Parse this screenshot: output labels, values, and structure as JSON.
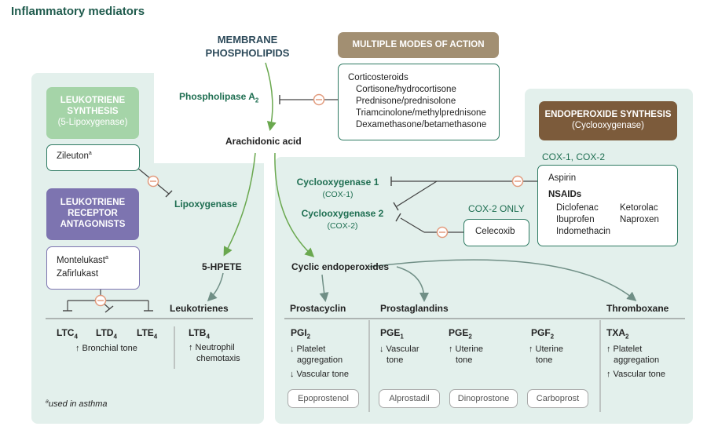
{
  "title": "Inflammatory mediators",
  "membrane": {
    "line1": "MEMBRANE",
    "line2": "PHOSPHOLIPIDS"
  },
  "phospholipase": {
    "name": "Phospholipase A",
    "sub": "2"
  },
  "arachidonic": "Arachidonic acid",
  "multiple_modes": {
    "header": "MULTIPLE MODES OF ACTION",
    "heading": "Corticosteroids",
    "items": [
      "Cortisone/hydrocortisone",
      "Prednisone/prednisolone",
      "Triamcinolone/methylprednisone",
      "Dexamethasone/betamethasone"
    ]
  },
  "leukotriene_synthesis": {
    "line1": "LEUKOTRIENE",
    "line2": "SYNTHESIS",
    "line3": "(5-Lipoxygenase)",
    "drug": "Zileuton",
    "drug_sup": "a"
  },
  "lipoxygenase": "Lipoxygenase",
  "receptor_antagonists": {
    "line1": "LEUKOTRIENE",
    "line2": "RECEPTOR",
    "line3": "ANTAGONISTS",
    "drug1": "Montelukast",
    "drug1_sup": "a",
    "drug2": "Zafirlukast"
  },
  "hpete": "5-HPETE",
  "leukotrienes": "Leukotrienes",
  "ltc": {
    "base": "LTC",
    "sub": "4"
  },
  "ltd": {
    "base": "LTD",
    "sub": "4"
  },
  "lte": {
    "base": "LTE",
    "sub": "4"
  },
  "ltb": {
    "base": "LTB",
    "sub": "4"
  },
  "bronchial_tone": "↑ Bronchial tone",
  "ltb_effect": {
    "line1": "↑ Neutrophil",
    "line2": "chemotaxis"
  },
  "footnote": {
    "sup": "a",
    "text": "used in asthma"
  },
  "endoperoxide": {
    "line1": "ENDOPEROXIDE SYNTHESIS",
    "line2": "(Cyclooxygenase)"
  },
  "cox_both_label": "COX-1, COX-2",
  "nsaid_box": {
    "aspirin": "Aspirin",
    "heading": "NSAIDs",
    "col1": [
      "Diclofenac",
      "Ibuprofen",
      "Indomethacin"
    ],
    "col2": [
      "Ketorolac",
      "Naproxen"
    ]
  },
  "cox1": {
    "name": "Cyclooxygenase 1",
    "abbr": "(COX-1)"
  },
  "cox2": {
    "name": "Cyclooxygenase 2",
    "abbr": "(COX-2)"
  },
  "cox2_only": {
    "label": "COX-2 ONLY",
    "drug": "Celecoxib"
  },
  "cyclic_endoperoxides": "Cyclic endoperoxides",
  "prostacyclin": "Prostacyclin",
  "prostaglandins": "Prostaglandins",
  "thromboxane": "Thromboxane",
  "pgi": {
    "base": "PGI",
    "sub": "2",
    "effect1a": "↓ Platelet",
    "effect1b": "aggregation",
    "effect2": "↓ Vascular tone",
    "drug": "Epoprostenol"
  },
  "pge1": {
    "base": "PGE",
    "sub": "1",
    "effect_a": "↓ Vascular",
    "effect_b": "tone",
    "drug": "Alprostadil"
  },
  "pge2": {
    "base": "PGE",
    "sub": "2",
    "effect_a": "↑ Uterine",
    "effect_b": "tone",
    "drug": "Dinoprostone"
  },
  "pgf2": {
    "base": "PGF",
    "sub": "2",
    "effect_a": "↑ Uterine",
    "effect_b": "tone",
    "drug": "Carboprost"
  },
  "txa": {
    "base": "TXA",
    "sub": "2",
    "effect1a": "↑ Platelet",
    "effect1b": "aggregation",
    "effect2": "↑ Vascular tone"
  },
  "colors": {
    "panel": "#e3f0ec",
    "green_text": "#1e6e51",
    "border": "#2e7a62",
    "inhibit": "#e29b7d"
  }
}
